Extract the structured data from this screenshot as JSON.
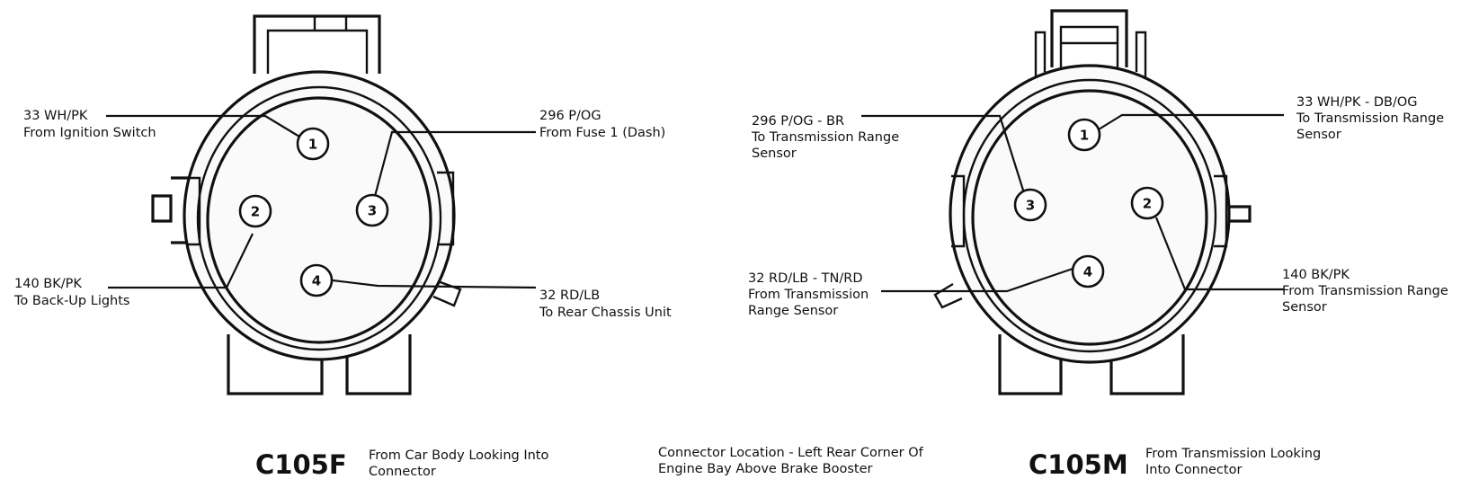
{
  "connector_left": {
    "title": "C105F",
    "description_line1": "From Car Body Looking Into",
    "description_line2": "Connector",
    "pins": [
      {
        "number": "1",
        "label_line1": "33 WH/PK",
        "label_line2": "From Ignition Switch",
        "label_line3": ""
      },
      {
        "number": "2",
        "label_line1": "140 BK/PK",
        "label_line2": "To Back-Up Lights",
        "label_line3": ""
      },
      {
        "number": "3",
        "label_line1": "296 P/OG",
        "label_line2": "From Fuse 1 (Dash)",
        "label_line3": ""
      },
      {
        "number": "4",
        "label_line1": "32 RD/LB",
        "label_line2": "To Rear Chassis Unit",
        "label_line3": ""
      }
    ]
  },
  "connector_right": {
    "title": "C105M",
    "description_line1": "From Transmission Looking",
    "description_line2": "Into Connector",
    "pins": [
      {
        "number": "1",
        "label_line1": "33 WH/PK - DB/OG",
        "label_line2": "To Transmission Range",
        "label_line3": "Sensor"
      },
      {
        "number": "2",
        "label_line1": "140 BK/PK",
        "label_line2": "From Transmission Range",
        "label_line3": "Sensor"
      },
      {
        "number": "3",
        "label_line1": "296 P/OG - BR",
        "label_line2": "To Transmission Range",
        "label_line3": "Sensor"
      },
      {
        "number": "4",
        "label_line1": "32 RD/LB - TN/RD",
        "label_line2": "From Transmission",
        "label_line3": "Range Sensor"
      }
    ]
  },
  "location_note": {
    "line1": "Connector Location - Left Rear Corner Of",
    "line2": "Engine Bay Above Brake Booster"
  }
}
